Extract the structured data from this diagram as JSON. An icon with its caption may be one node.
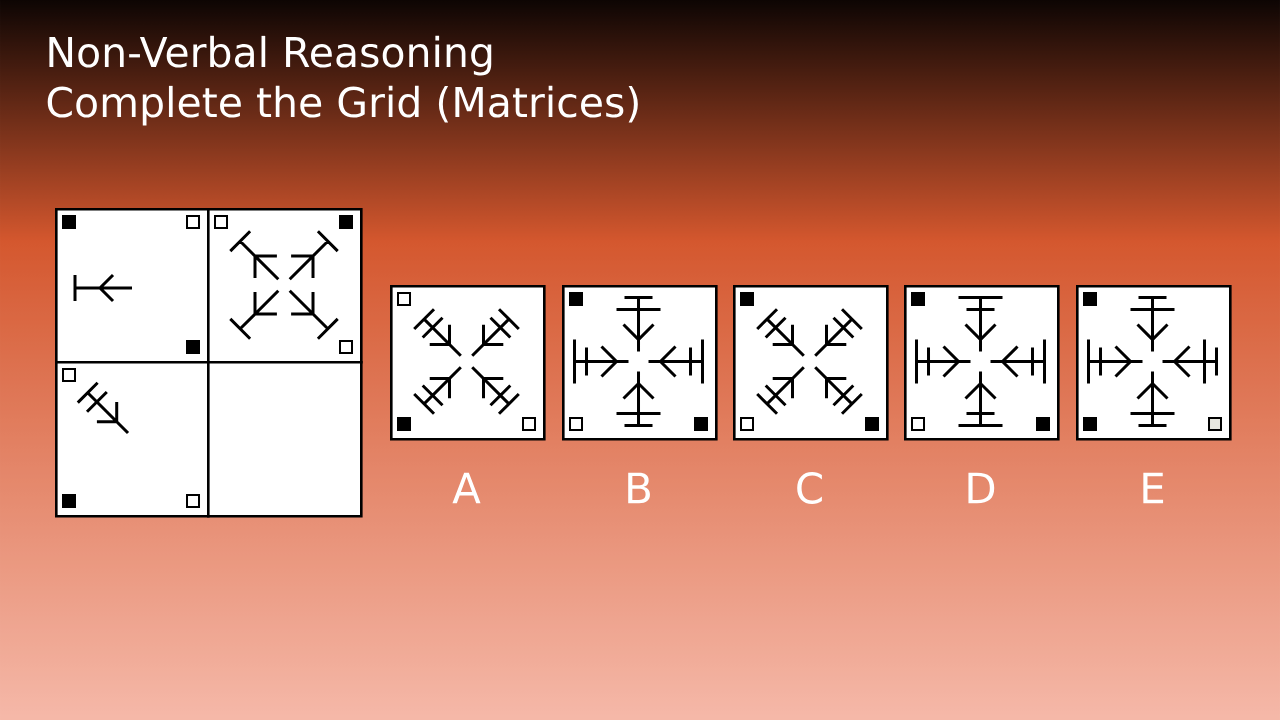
{
  "diagram": {
    "title": "Non-Verbal Reasoning",
    "nodes": [
      {
        "text": [],
        "shape": "box"
      },
      {
        "text": [],
        "shape": "box"
      },
      {
        "text": [],
        "shape": "box"
      },
      {
        "text": [],
        "shape": "box"
      },
      {
        "text": [],
        "shape": "box",
        "beside": [
          "A"
        ]
      },
      {
        "text": [],
        "shape": "box",
        "beside": [
          "B"
        ]
      },
      {
        "text": [],
        "shape": "box",
        "beside": [
          "C"
        ]
      },
      {
        "text": [],
        "shape": "box",
        "beside": [
          "D"
        ]
      },
      {
        "text": [],
        "shape": "box",
        "beside": [
          "E"
        ]
      }
    ],
    "labels": [
      "Complete the Grid (Matrices)"
    ]
  }
}
